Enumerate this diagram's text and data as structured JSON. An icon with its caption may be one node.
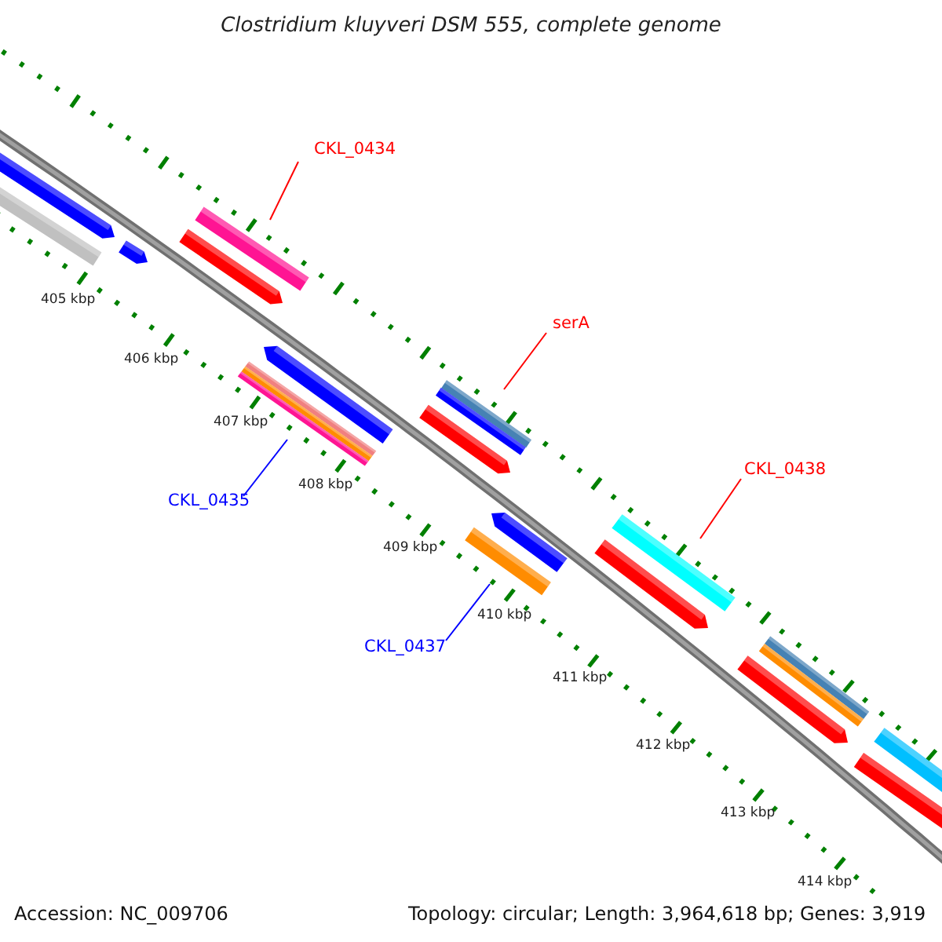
{
  "diagram": {
    "title": "Clostridium kluyveri DSM 555, complete genome",
    "nodes": [
      {
        "text": [
          "CKL_0434"
        ]
      },
      {
        "text": [],
        "shape": "bar"
      },
      {
        "text": [
          "serA"
        ]
      },
      {
        "text": [],
        "shape": "bar"
      },
      {
        "text": [
          "CKL_0438"
        ]
      },
      {
        "text": [],
        "shape": "bar"
      },
      {
        "text": [
          "CKL_0435"
        ]
      },
      {
        "text": [],
        "shape": "bar"
      },
      {
        "text": [
          "CKL_0437"
        ]
      },
      {
        "text": [],
        "shape": "bar"
      }
    ],
    "edges": [
      {
        "from": 0,
        "to": 1,
        "arrow": "none"
      },
      {
        "from": 2,
        "to": 3,
        "arrow": "none"
      },
      {
        "from": 4,
        "to": 5,
        "arrow": "none"
      },
      {
        "from": 6,
        "to": 7,
        "arrow": "none",
        "color": "#0000ff"
      },
      {
        "from": 8,
        "to": 9,
        "arrow": "none",
        "color": "#0000ff"
      }
    ],
    "labels": [
      "405 kbp",
      "406 kbp",
      "407 kbp",
      "408 kbp",
      "409 kbp",
      "410 kbp",
      "411 kbp",
      "412 kbp",
      "413 kbp",
      "414 kbp",
      "Accession: NC_009706",
      "Topology: circular; Length: 3,964,618 bp; Genes: 3,919"
    ]
  }
}
